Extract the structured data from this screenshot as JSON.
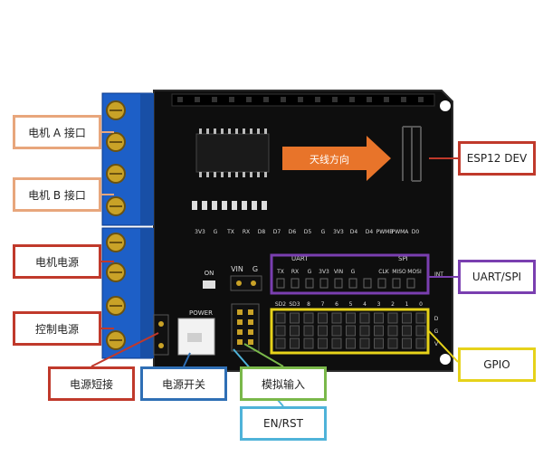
{
  "labels": {
    "motor_a": "电机 A 接口",
    "motor_b": "电机 B 接口",
    "motor_power": "电机电源",
    "ctrl_power": "控制电源",
    "power_short": "电源短接",
    "power_switch": "电源开关",
    "analog_in": "模拟输入",
    "en_rst": "EN/RST",
    "esp12": "ESP12 DEV",
    "uart_spi": "UART/SPI",
    "gpio": "GPIO"
  },
  "board": {
    "antenna_arrow": "天线方向",
    "top_pins": [
      "3V3",
      "G",
      "TX",
      "RX",
      "D8",
      "D7",
      "D6",
      "D5",
      "G",
      "3V3",
      "D4",
      "D4",
      "PWMB",
      "PWMA",
      "D0"
    ],
    "on_label": "ON",
    "vin_label": "VIN",
    "g_label": "G",
    "power_label": "POWER",
    "uart_header": "UART",
    "spi_header": "SPI",
    "uart_pins": [
      "TX",
      "RX",
      "G",
      "3V3",
      "VIN",
      "G"
    ],
    "spi_pins": [
      "CLK",
      "MISO",
      "MOSI"
    ],
    "int_label": "INT",
    "gpio_pins": [
      "SD2",
      "SD3",
      "8",
      "7",
      "6",
      "5",
      "4",
      "3",
      "2",
      "1",
      "0"
    ],
    "gpio_side": [
      "D",
      "G",
      "V"
    ]
  },
  "colors": {
    "motor_a": "#e8a67c",
    "motor_b": "#e8a67c",
    "motor_power": "#c0392b",
    "ctrl_power": "#c0392b",
    "power_short": "#c0392b",
    "power_switch": "#2f6fb5",
    "analog_in": "#7ab84a",
    "en_rst": "#4fb3d9",
    "esp12": "#c0392b",
    "uart_spi": "#7a3fb0",
    "gpio": "#e6d21a",
    "terminal_blue": "#1d5fc7",
    "pcb": "#101010"
  }
}
